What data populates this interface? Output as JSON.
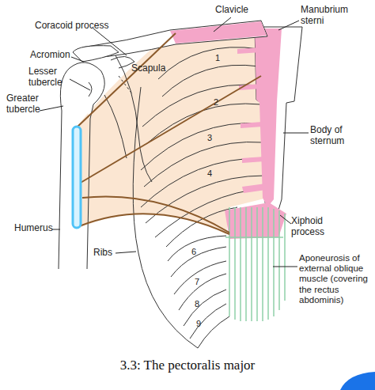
{
  "diagram": {
    "caption": "3.3: The pectoralis major",
    "labels": [
      "Coracoid process",
      "Clavicle",
      "Manubrium sterni",
      "Acromion",
      "Lesser tubercle",
      "Greater tubercle",
      "Scapula",
      "1",
      "2",
      "Body of sternum",
      "3",
      "4",
      "Humerus",
      "Xiphoid process",
      "Ribs",
      "6",
      "Aponeurosis of external oblique muscle (covering the rectus abdominis)",
      "7",
      "8",
      "9"
    ]
  }
}
